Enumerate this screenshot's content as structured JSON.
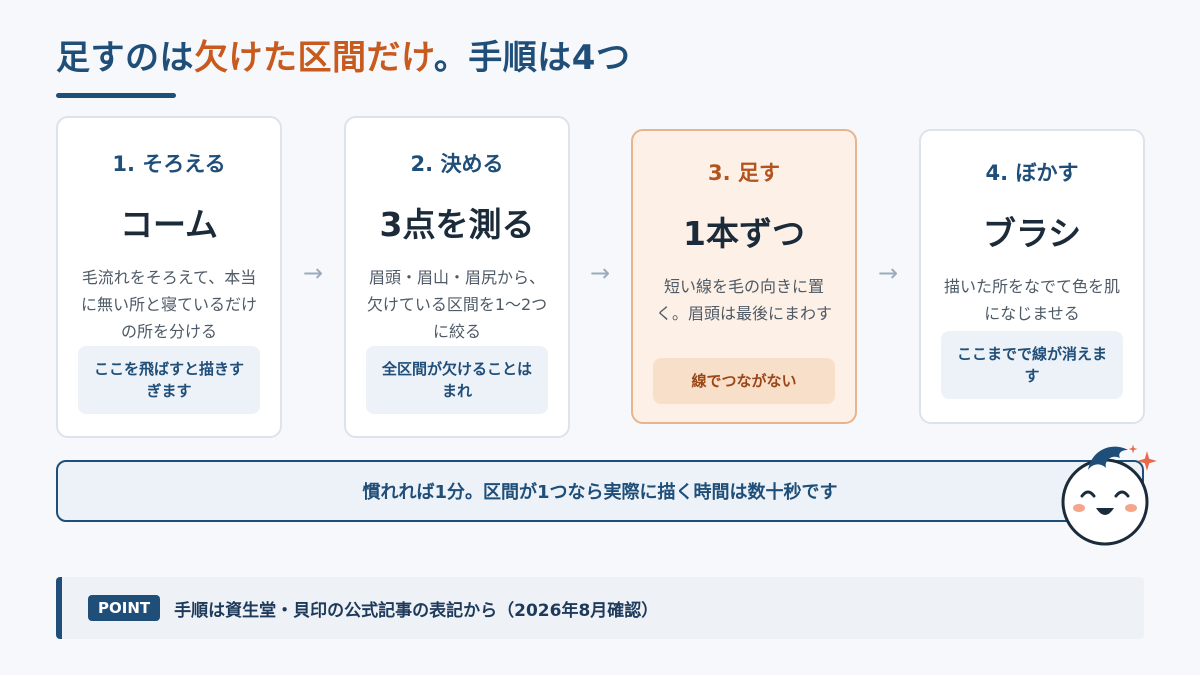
{
  "title": {
    "part1": "足すのは",
    "accent": "欠けた区間だけ",
    "part2": "。手順は4つ"
  },
  "steps": [
    {
      "step": "1. そろえる",
      "tool": "コーム",
      "desc": "毛流れをそろえて、本当に無い所と寝ているだけの所を分ける",
      "note": "ここを飛ばすと描きすぎます"
    },
    {
      "step": "2. 決める",
      "tool": "3点を測る",
      "desc": "眉頭・眉山・眉尻から、欠けている区間を1〜2つに絞る",
      "note": "全区間が欠けることはまれ"
    },
    {
      "step": "3. 足す",
      "tool": "1本ずつ",
      "desc": "短い線を毛の向きに置く。眉頭は最後にまわす",
      "note": "線でつながない"
    },
    {
      "step": "4. ぼかす",
      "tool": "ブラシ",
      "desc": "描いた所をなでて色を肌になじませる",
      "note": "ここまでで線が消えます"
    }
  ],
  "arrow_glyph": "→",
  "banner": "慣れれば1分。区間が1つなら実際に描く時間は数十秒です",
  "point": {
    "tag": "POINT",
    "text": "手順は資生堂・貝印の公式記事の表記から（2026年8月確認）"
  },
  "icons": {
    "mascot": "smiling-mascot-icon",
    "sparkle": "sparkle-icon"
  },
  "colors": {
    "primary": "#1f4e79",
    "accent": "#c85a1e",
    "highlight_bg": "#fdf0e6",
    "highlight_border": "#e8b48d"
  }
}
